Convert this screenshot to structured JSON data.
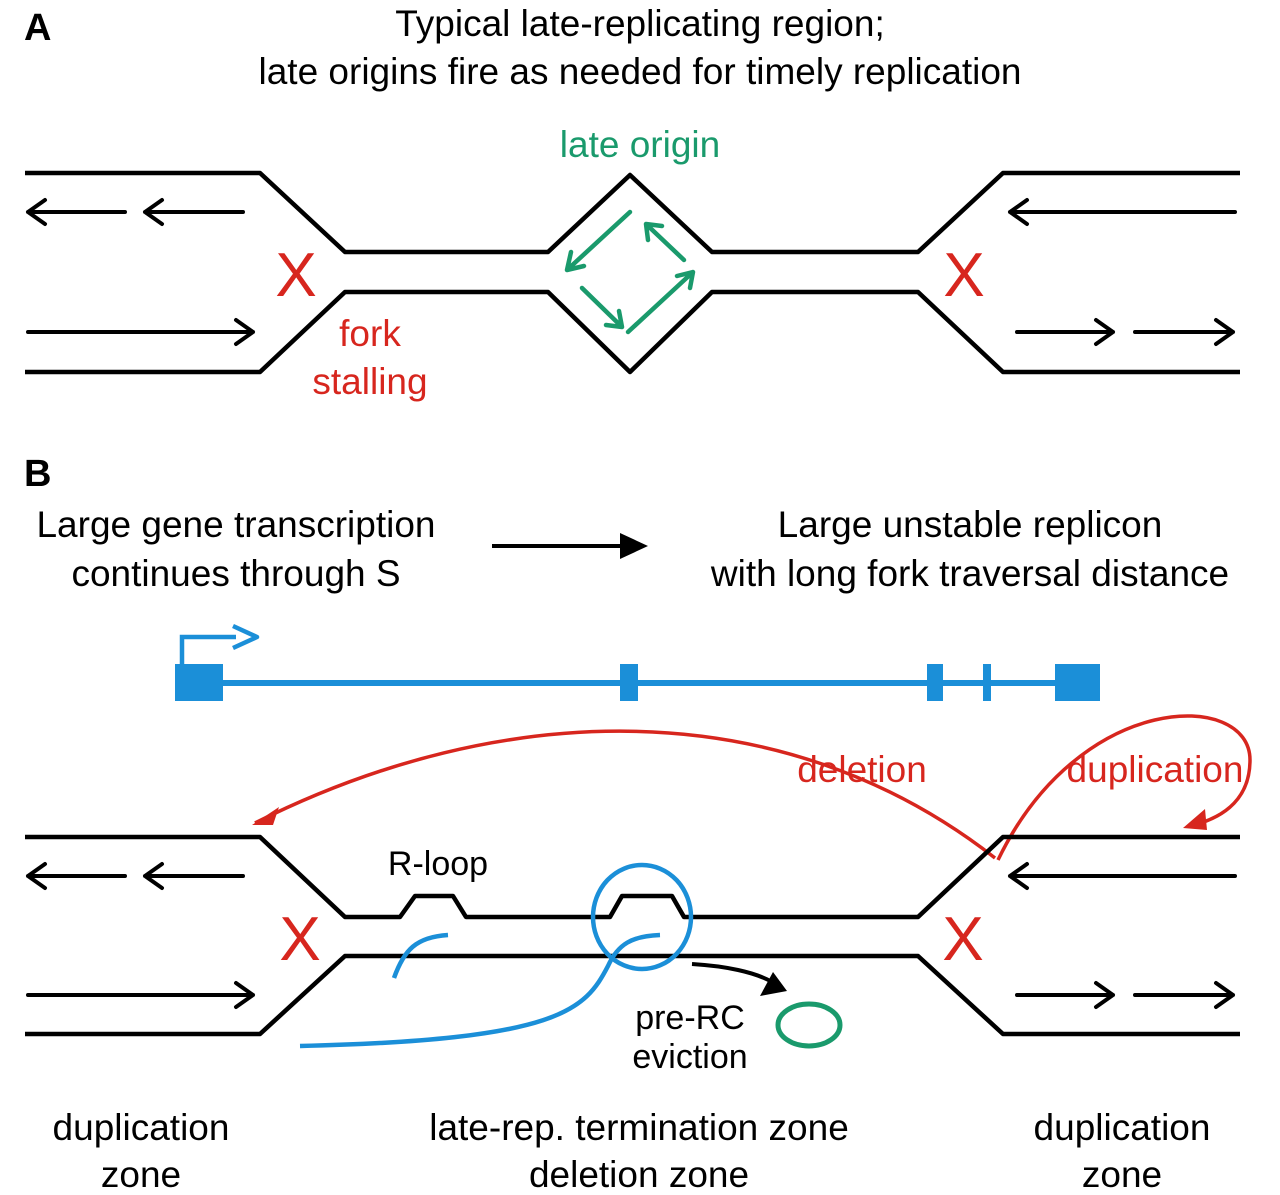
{
  "panel_a": {
    "letter": "A",
    "title_line1": "Typical late-replicating region;",
    "title_line2": "late origins fire as needed for timely replication",
    "late_origin_label": "late origin",
    "stall_mark_left": "X",
    "stall_mark_right": "X",
    "fork_stalling_line1": "fork",
    "fork_stalling_line2": "stalling"
  },
  "panel_b": {
    "letter": "B",
    "left_heading_line1": "Large gene transcription",
    "left_heading_line2": "continues through S",
    "right_heading_line1": "Large unstable replicon",
    "right_heading_line2": "with long fork traversal distance",
    "deletion_label": "deletion",
    "duplication_label": "duplication",
    "rloop_label": "R-loop",
    "stall_mark_left": "X",
    "stall_mark_right": "X",
    "prerc_line1": "pre-RC",
    "prerc_line2": "eviction",
    "zone_left_line1": "duplication",
    "zone_left_line2": "zone",
    "zone_middle_line1": "late-rep. termination zone",
    "zone_middle_line2": "deletion zone",
    "zone_right_line1": "duplication",
    "zone_right_line2": "zone"
  },
  "colors": {
    "dna": "#000000",
    "stall": "#d7261e",
    "origin": "#1a9a6c",
    "gene": "#1b8fd8"
  }
}
